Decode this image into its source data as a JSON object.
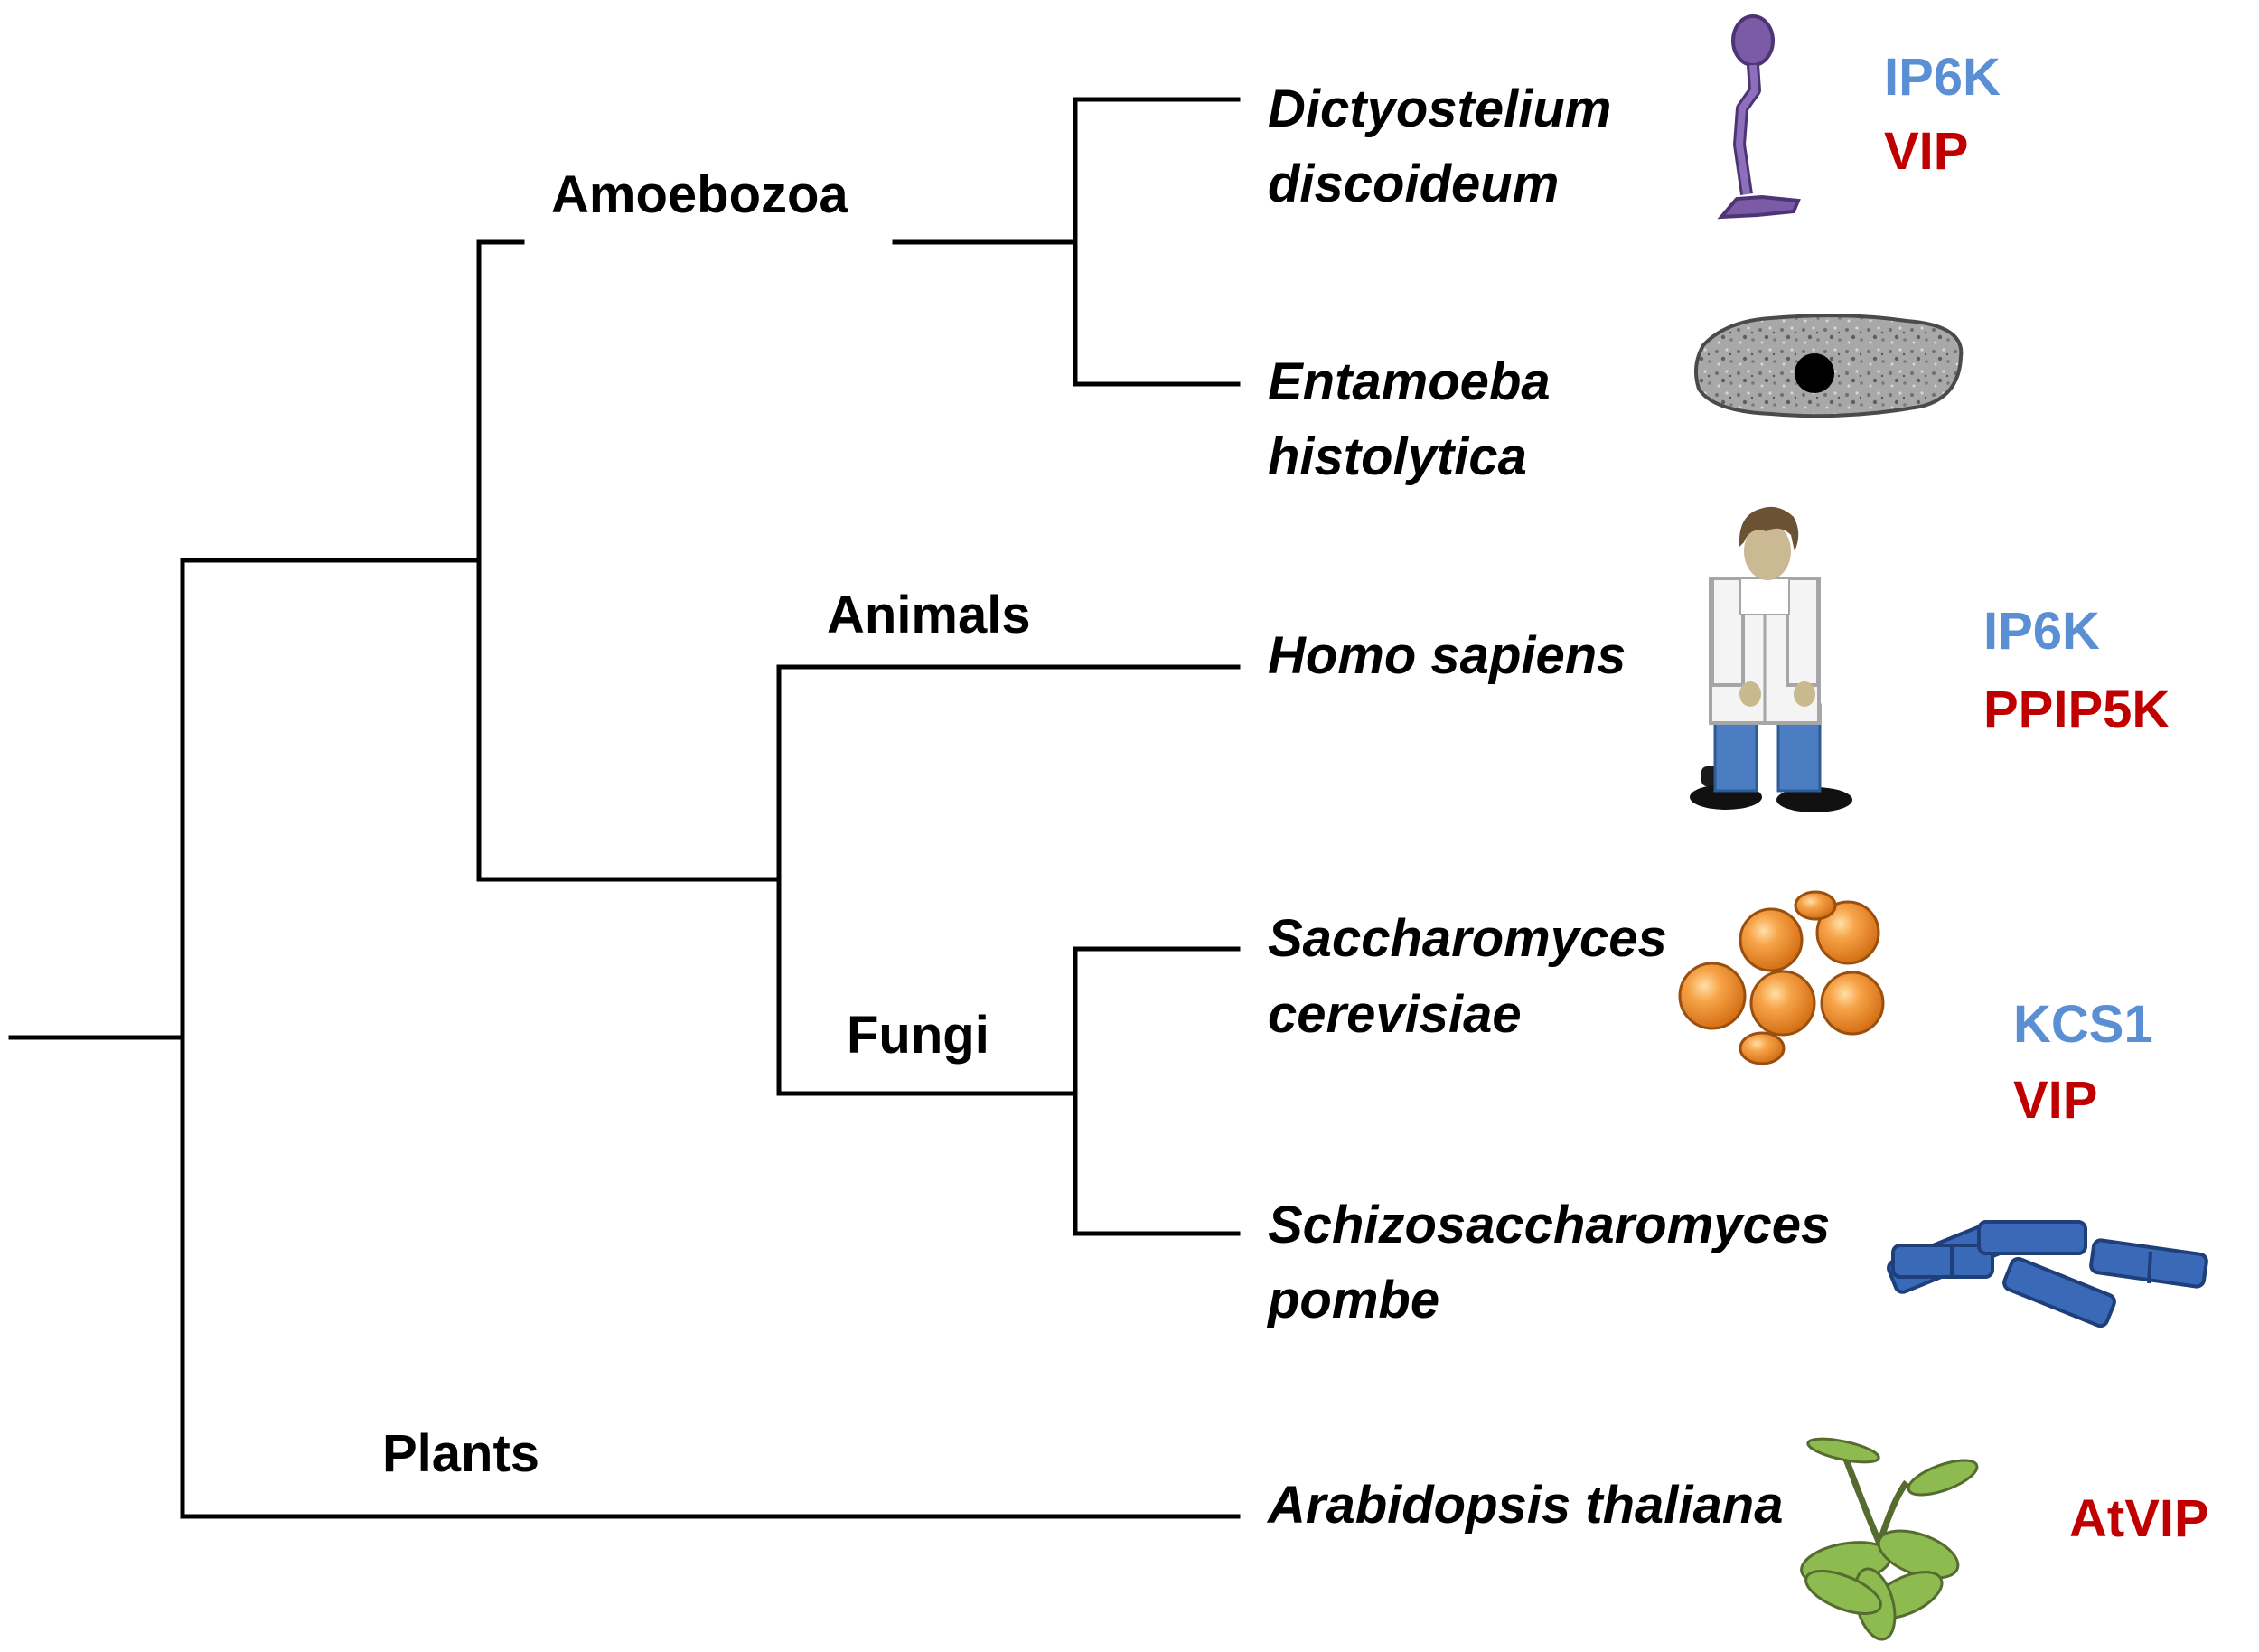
{
  "colors": {
    "kinase_blue": "#5b8fd4",
    "vip_red": "#c00000",
    "line": "#000000",
    "dicty_purple": "#7b5aa6",
    "yeast_orange": "#f08a1e",
    "pombe_blue": "#3a69b7",
    "plant_green": "#8dbb4f",
    "entamoeba_grey": "#9a9a9a"
  },
  "clades": {
    "amoebozoa": "Amoebozoa",
    "animals": "Animals",
    "fungi": "Fungi",
    "plants": "Plants"
  },
  "species": {
    "dictyostelium": {
      "line1": "Dictyostelium",
      "line2": "discoideum",
      "icon": "dictyostelium-icon"
    },
    "entamoeba": {
      "line1": "Entamoeba",
      "line2": "histolytica",
      "icon": "entamoeba-icon"
    },
    "homo": {
      "line1": "Homo sapiens",
      "icon": "human-icon"
    },
    "saccharomyces": {
      "line1": "Saccharomyces",
      "line2": "cerevisiae",
      "icon": "budding-yeast-icon"
    },
    "schizosaccharomyces": {
      "line1": "Schizosaccharomyces",
      "line2": "pombe",
      "icon": "fission-yeast-icon"
    },
    "arabidopsis": {
      "line1": "Arabidopsis thaliana",
      "icon": "plant-icon"
    }
  },
  "enzymes": {
    "dicty_kinase": "IP6K",
    "dicty_vip": "VIP",
    "human_kinase": "IP6K",
    "human_vip": "PPIP5K",
    "yeast_kinase": "KCS1",
    "yeast_vip": "VIP",
    "plant_vip": "AtVIP"
  }
}
